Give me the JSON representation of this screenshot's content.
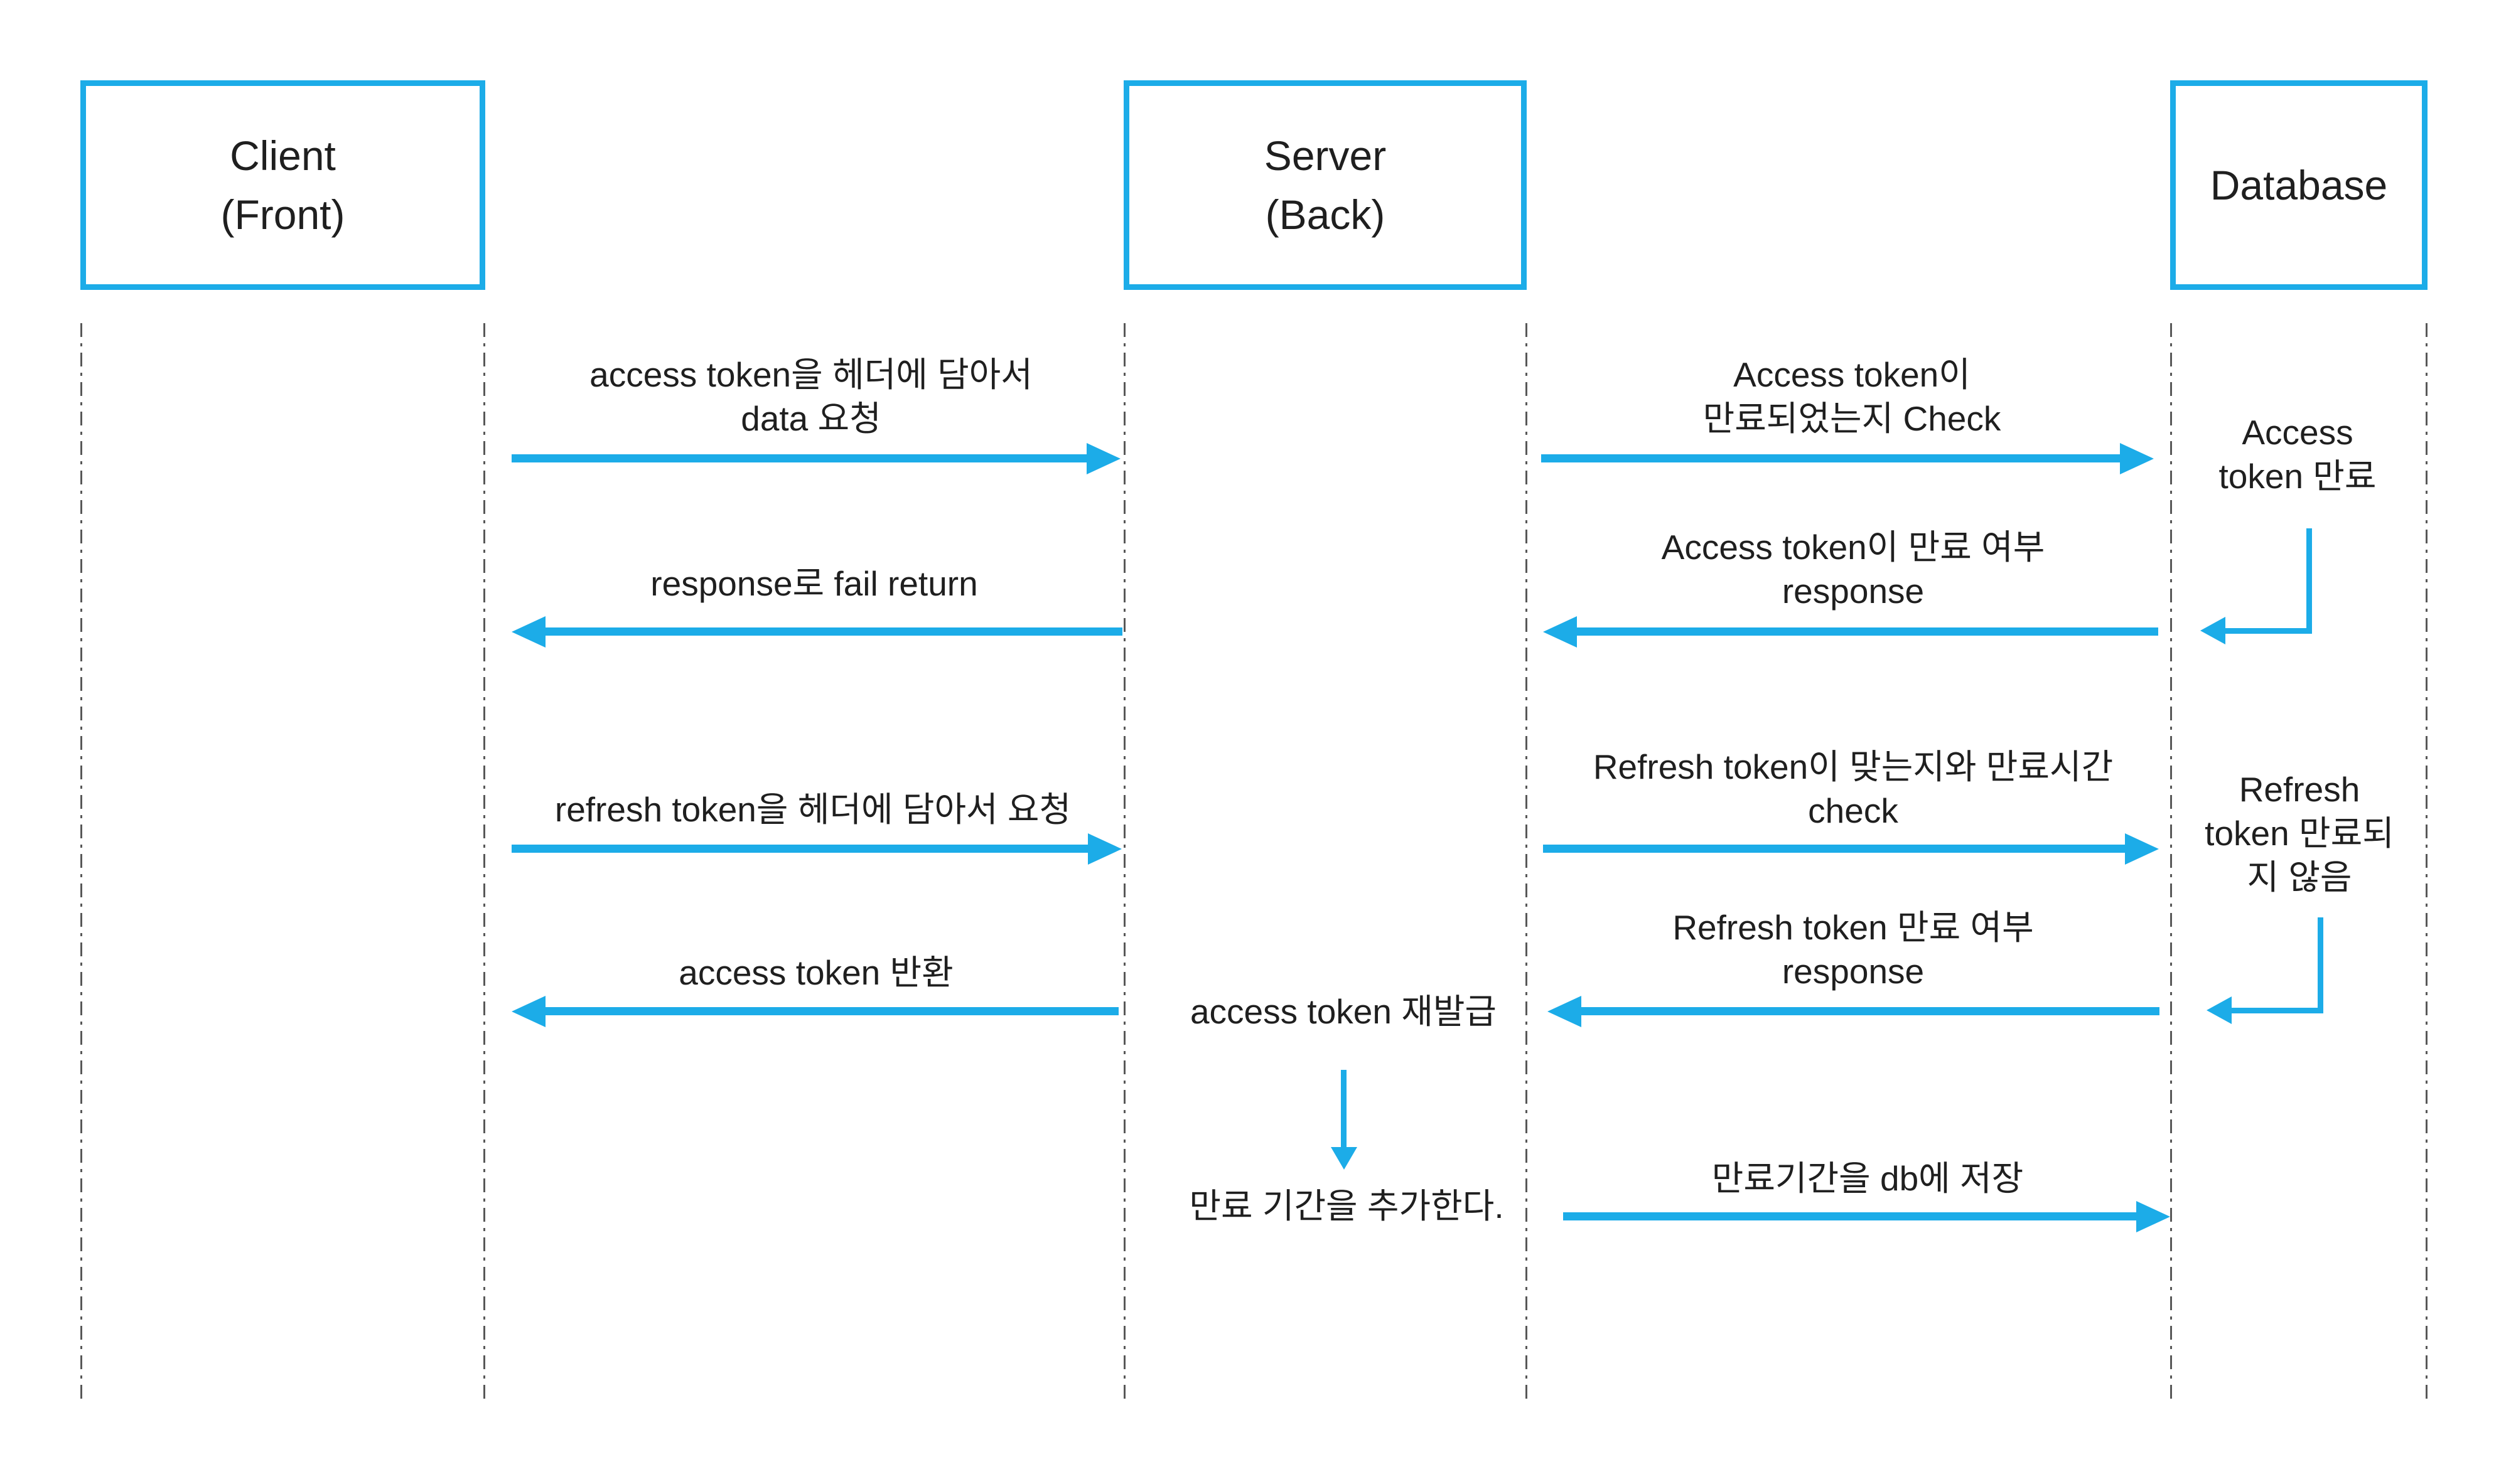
{
  "colors": {
    "accent": "#1CACE8",
    "ink": "#1F1F1F",
    "lifeline": "#3A3A3A"
  },
  "actors": {
    "client": {
      "lines": [
        "Client",
        "(Front)"
      ]
    },
    "server": {
      "lines": [
        "Server",
        "(Back)"
      ]
    },
    "database": {
      "lines": [
        "Database"
      ]
    }
  },
  "messages": {
    "client_server_request": {
      "direction": "right",
      "lines": [
        "access token을 헤더에 담아서",
        "data 요청"
      ]
    },
    "server_db_check": {
      "direction": "right",
      "lines": [
        "Access token이",
        "만료되었는지 Check"
      ]
    },
    "db_note_expired": {
      "lines": [
        "Access",
        "token 만료"
      ]
    },
    "server_client_fail": {
      "direction": "left",
      "lines": [
        "response로 fail return"
      ]
    },
    "db_server_expire_response": {
      "direction": "left",
      "lines": [
        "Access token이 만료 여부",
        "response"
      ]
    },
    "client_server_refresh": {
      "direction": "right",
      "lines": [
        "refresh token을 헤더에 담아서 요청"
      ]
    },
    "server_db_refresh_check": {
      "direction": "right",
      "lines": [
        "Refresh token이 맞는지와 만료시간",
        "check"
      ]
    },
    "db_note_not_expired": {
      "lines": [
        "Refresh",
        "token 만료되",
        "지 않음"
      ]
    },
    "server_client_token": {
      "direction": "left",
      "lines": [
        "access token 반환"
      ]
    },
    "server_note_reissue": {
      "lines": [
        "access token 재발급"
      ]
    },
    "db_server_refresh_response": {
      "direction": "left",
      "lines": [
        "Refresh token 만료 여부",
        "response"
      ]
    },
    "server_note_add_expiry": {
      "lines": [
        "만료 기간을 추가한다."
      ]
    },
    "server_db_save": {
      "direction": "right",
      "lines": [
        "만료기간을 db에 저장"
      ]
    }
  }
}
